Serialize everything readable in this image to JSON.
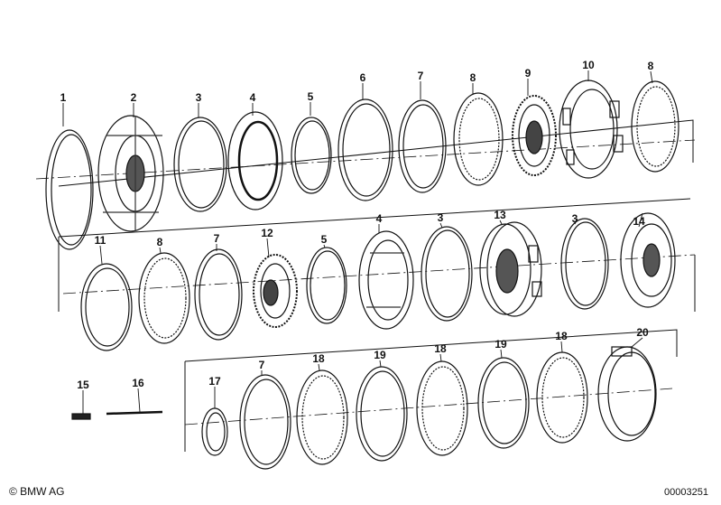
{
  "copyright": "© BMW AG",
  "doc_number": "00003251",
  "parts": {
    "p1": "1",
    "p2": "2",
    "p3a": "3",
    "p4a": "4",
    "p5a": "5",
    "p6": "6",
    "p7a": "7",
    "p8a": "8",
    "p9": "9",
    "p10": "10",
    "p8b": "8",
    "p11": "11",
    "p8c": "8",
    "p7b": "7",
    "p12": "12",
    "p5b": "5",
    "p4b": "4",
    "p3b": "3",
    "p13": "13",
    "p3c": "3",
    "p14": "14",
    "p15": "15",
    "p16": "16",
    "p17": "17",
    "p7c": "7",
    "p18a": "18",
    "p19a": "19",
    "p18b": "18",
    "p19b": "19",
    "p18c": "18",
    "p20": "20"
  },
  "colors": {
    "ink": "#111111",
    "paper": "#ffffff",
    "shade": "#555555"
  }
}
